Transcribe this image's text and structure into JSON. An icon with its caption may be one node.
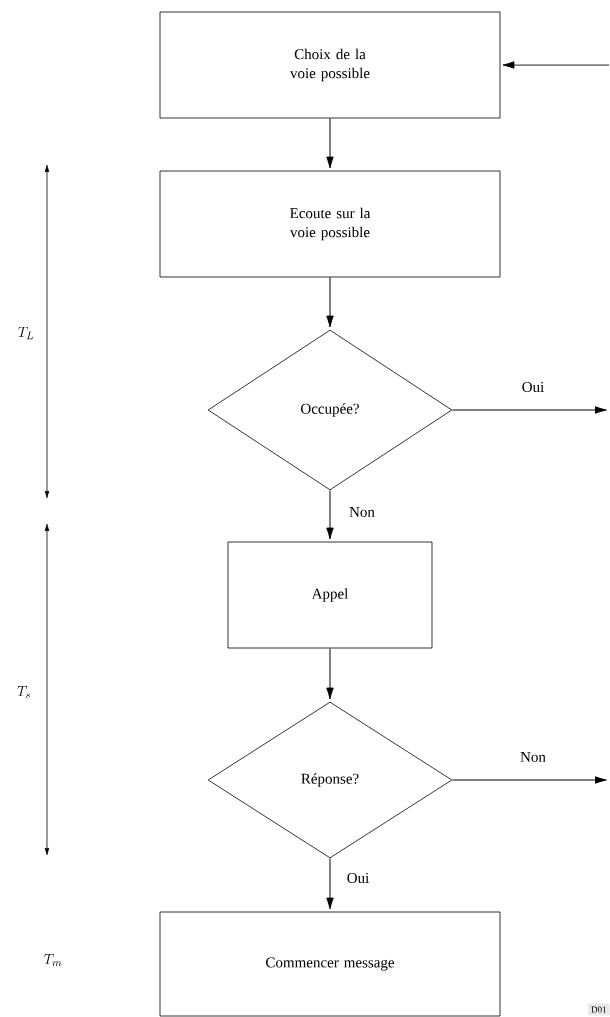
{
  "diagram": {
    "nodes": [
      {
        "text": [
          "Choix de la voie possible"
        ]
      },
      {
        "text": [
          "Ecoute sur la voie possible"
        ]
      },
      {
        "text": [
          "Occupée?"
        ]
      },
      {
        "text": [
          "Appel"
        ]
      },
      {
        "text": [
          "Réponse?"
        ]
      },
      {
        "text": [
          "Commencer message"
        ]
      }
    ],
    "edges": [
      {
        "from": null,
        "to": 0,
        "arrow": "to"
      },
      {
        "from": 0,
        "to": 1,
        "arrow": "to"
      },
      {
        "from": 1,
        "to": 2,
        "arrow": "to"
      },
      {
        "from": 2,
        "to": null,
        "arrow": "to",
        "label": "Oui"
      },
      {
        "from": 2,
        "to": 3,
        "arrow": "to",
        "label": "Non"
      },
      {
        "from": 3,
        "to": 4,
        "arrow": "to"
      },
      {
        "from": 4,
        "to": null,
        "arrow": "to",
        "label": "Non"
      },
      {
        "from": 4,
        "to": 5,
        "arrow": "to",
        "label": "Oui"
      }
    ],
    "labels": [
      "T_L",
      "T_s",
      "T_m",
      "D01"
    ]
  }
}
